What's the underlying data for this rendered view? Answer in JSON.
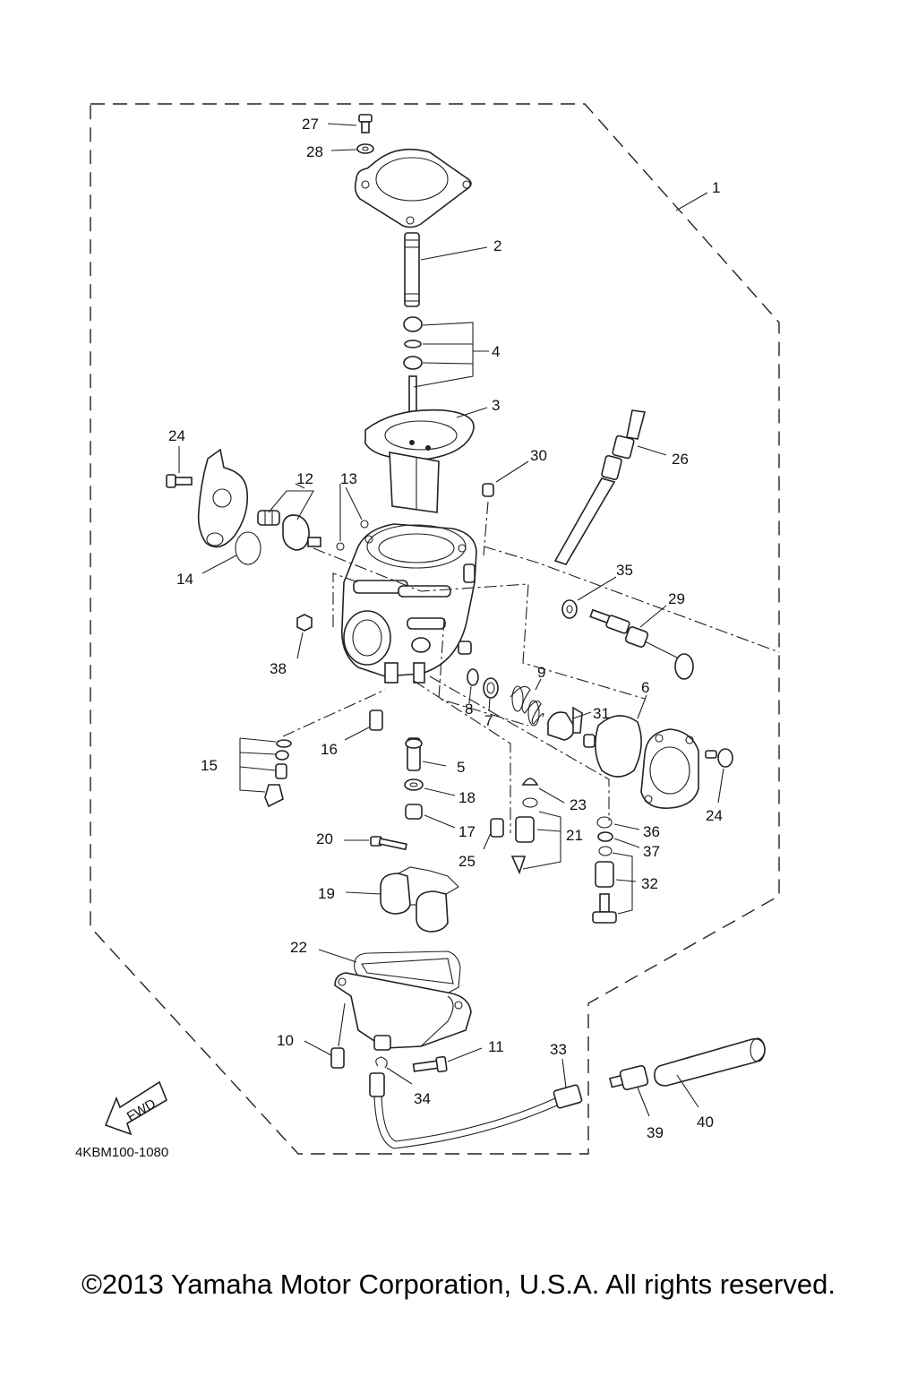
{
  "diagram": {
    "drawing_code": "4KBM100-1080",
    "fwd_label": "FWD",
    "callouts": [
      {
        "id": "c1",
        "text": "1"
      },
      {
        "id": "c2",
        "text": "2"
      },
      {
        "id": "c3",
        "text": "3"
      },
      {
        "id": "c4",
        "text": "4"
      },
      {
        "id": "c5",
        "text": "5"
      },
      {
        "id": "c6",
        "text": "6"
      },
      {
        "id": "c7",
        "text": "7"
      },
      {
        "id": "c8",
        "text": "8"
      },
      {
        "id": "c9",
        "text": "9"
      },
      {
        "id": "c10",
        "text": "10"
      },
      {
        "id": "c11",
        "text": "11"
      },
      {
        "id": "c12",
        "text": "12"
      },
      {
        "id": "c13",
        "text": "13"
      },
      {
        "id": "c14",
        "text": "14"
      },
      {
        "id": "c15",
        "text": "15"
      },
      {
        "id": "c16",
        "text": "16"
      },
      {
        "id": "c17",
        "text": "17"
      },
      {
        "id": "c18",
        "text": "18"
      },
      {
        "id": "c19",
        "text": "19"
      },
      {
        "id": "c20",
        "text": "20"
      },
      {
        "id": "c21",
        "text": "21"
      },
      {
        "id": "c22",
        "text": "22"
      },
      {
        "id": "c23",
        "text": "23"
      },
      {
        "id": "c24a",
        "text": "24"
      },
      {
        "id": "c24b",
        "text": "24"
      },
      {
        "id": "c25",
        "text": "25"
      },
      {
        "id": "c26",
        "text": "26"
      },
      {
        "id": "c27",
        "text": "27"
      },
      {
        "id": "c28",
        "text": "28"
      },
      {
        "id": "c29",
        "text": "29"
      },
      {
        "id": "c30",
        "text": "30"
      },
      {
        "id": "c31",
        "text": "31"
      },
      {
        "id": "c32",
        "text": "32"
      },
      {
        "id": "c33",
        "text": "33"
      },
      {
        "id": "c34",
        "text": "34"
      },
      {
        "id": "c35",
        "text": "35"
      },
      {
        "id": "c36",
        "text": "36"
      },
      {
        "id": "c37",
        "text": "37"
      },
      {
        "id": "c38",
        "text": "38"
      },
      {
        "id": "c39",
        "text": "39"
      },
      {
        "id": "c40",
        "text": "40"
      }
    ]
  },
  "footer": {
    "copyright": "©2013 Yamaha Motor Corporation, U.S.A. All rights reserved."
  }
}
